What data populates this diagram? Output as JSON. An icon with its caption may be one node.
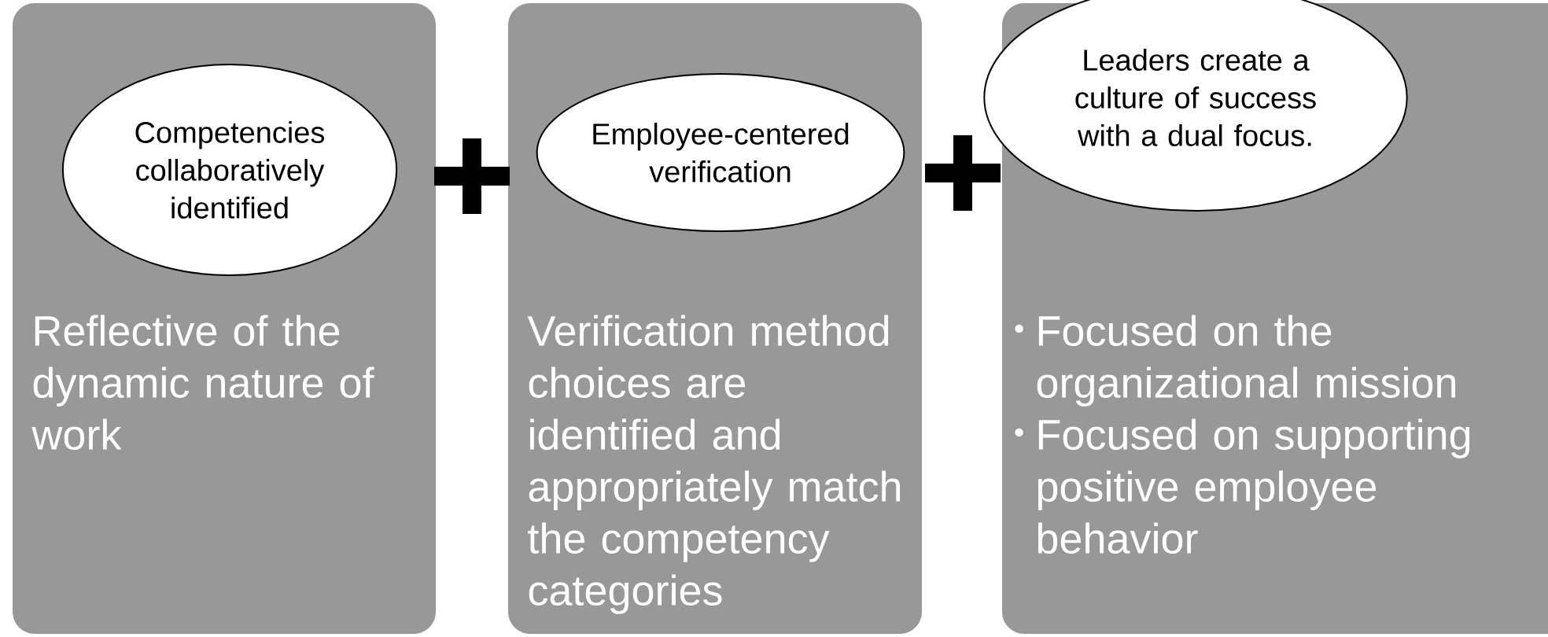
{
  "diagram": {
    "nodes": [
      {
        "text": [
          "Reflective of the dynamic nature of work"
        ]
      },
      {
        "text": [
          "Competencies collaboratively identified"
        ],
        "in": 0
      },
      {
        "text": [
          "Verification method choices are identified and appropriately match the competency categories"
        ]
      },
      {
        "text": [
          "Employee-centered verification"
        ],
        "in": 2
      },
      {
        "text": [
          "Focused on the organizational mission",
          "Focused on supporting positive employee behavior"
        ]
      },
      {
        "text": [
          "Leaders create a culture of success with a dual focus."
        ],
        "in": 4
      }
    ],
    "edges": []
  }
}
